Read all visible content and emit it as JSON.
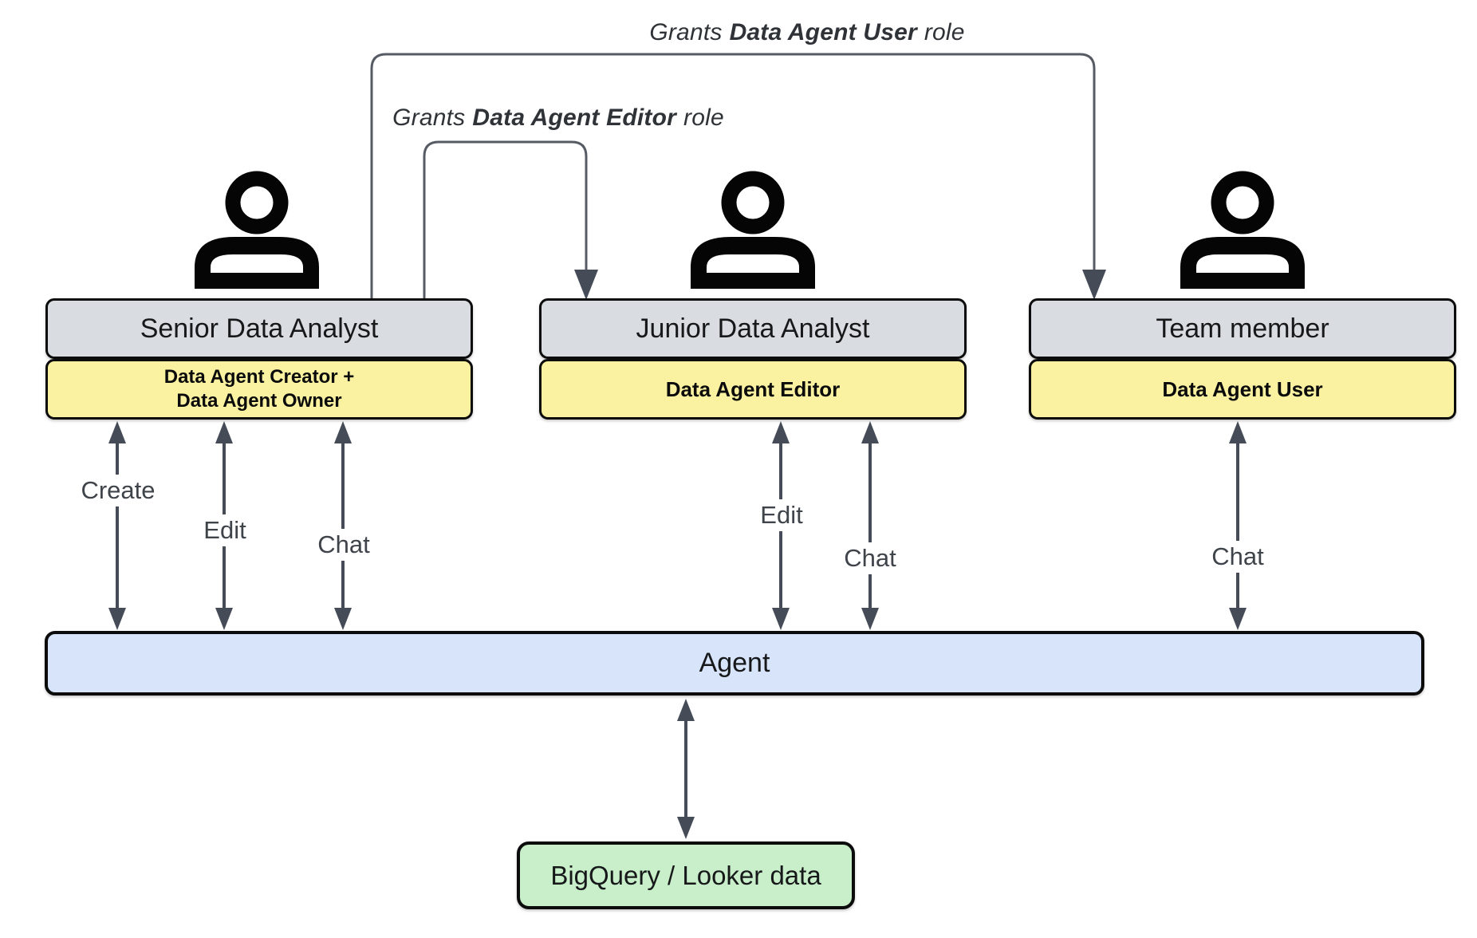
{
  "diagram": {
    "grant_user": {
      "prefix": "Grants",
      "bold": "Data Agent User",
      "suffix": "role"
    },
    "grant_editor": {
      "prefix": "Grants",
      "bold": "Data Agent Editor",
      "suffix": "role"
    },
    "actors": [
      {
        "title": "Senior Data Analyst",
        "role_lines": [
          "Data Agent Creator +",
          "Data Agent Owner"
        ],
        "actions": [
          "Create",
          "Edit",
          "Chat"
        ]
      },
      {
        "title": "Junior Data Analyst",
        "role_lines": [
          "Data Agent Editor"
        ],
        "actions": [
          "Edit",
          "Chat"
        ]
      },
      {
        "title": "Team member",
        "role_lines": [
          "Data Agent User"
        ],
        "actions": [
          "Chat"
        ]
      }
    ],
    "agent_label": "Agent",
    "datastore_label": "BigQuery / Looker data",
    "colors": {
      "actor_title_bg": "#d9dce1",
      "role_bg": "#faf2a0",
      "agent_bg": "#d7e4fa",
      "datastore_bg": "#c8efc9",
      "arrow": "#454c57",
      "connector": "#565b63",
      "border": "#0c0c0d"
    }
  }
}
